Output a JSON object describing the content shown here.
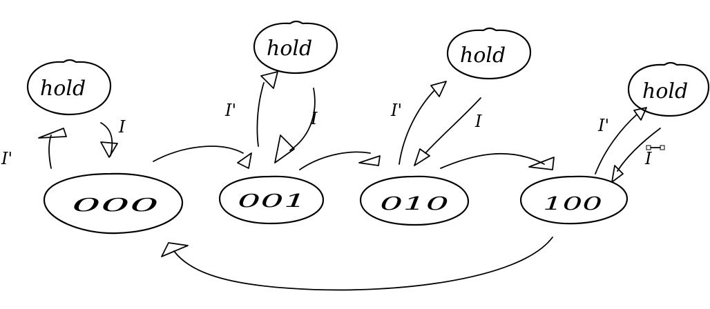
{
  "diagram": {
    "states": [
      {
        "id": "s000",
        "bits": "000"
      },
      {
        "id": "s001",
        "bits": "001"
      },
      {
        "id": "s010",
        "bits": "010"
      },
      {
        "id": "s100",
        "bits": "100"
      }
    ],
    "holds": [
      "hold",
      "hold",
      "hold",
      "hold"
    ],
    "edge_labels": {
      "i_prime": "I'",
      "i": "I"
    }
  }
}
